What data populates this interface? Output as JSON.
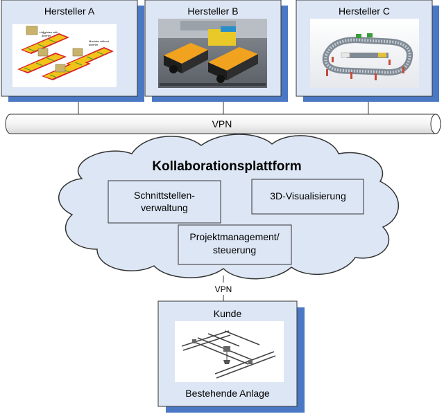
{
  "manufacturers": [
    {
      "label": "Hersteller A",
      "image": "modular conveyor layout illustration"
    },
    {
      "label": "Hersteller B",
      "image": "automated guided vehicles photo"
    },
    {
      "label": "Hersteller C",
      "image": "roller conveyor loop rendering"
    }
  ],
  "vpn_top": {
    "label": "VPN"
  },
  "platform": {
    "title": "Kollaborationsplattform",
    "modules": {
      "interfaces_line1": "Schnittstellen-",
      "interfaces_line2": "verwaltung",
      "visualization": "3D-Visualisierung",
      "project_line1": "Projektmanagement/",
      "project_line2": "steuerung"
    }
  },
  "vpn_bottom": {
    "label": "VPN"
  },
  "customer": {
    "title": "Kunde",
    "caption": "Bestehende Anlage",
    "image": "overhead gantry crane sketch"
  },
  "image_a_labels": {
    "label1_line1": "Modules with",
    "label1_line2": "diverter",
    "label2_line1": "Modules without",
    "label2_line2": "diverter"
  },
  "colors": {
    "shadow": "#4a78c4",
    "panel_fill": "#dde6f4",
    "panel_border": "#333333",
    "cloud_fill": "#dde6f4"
  }
}
